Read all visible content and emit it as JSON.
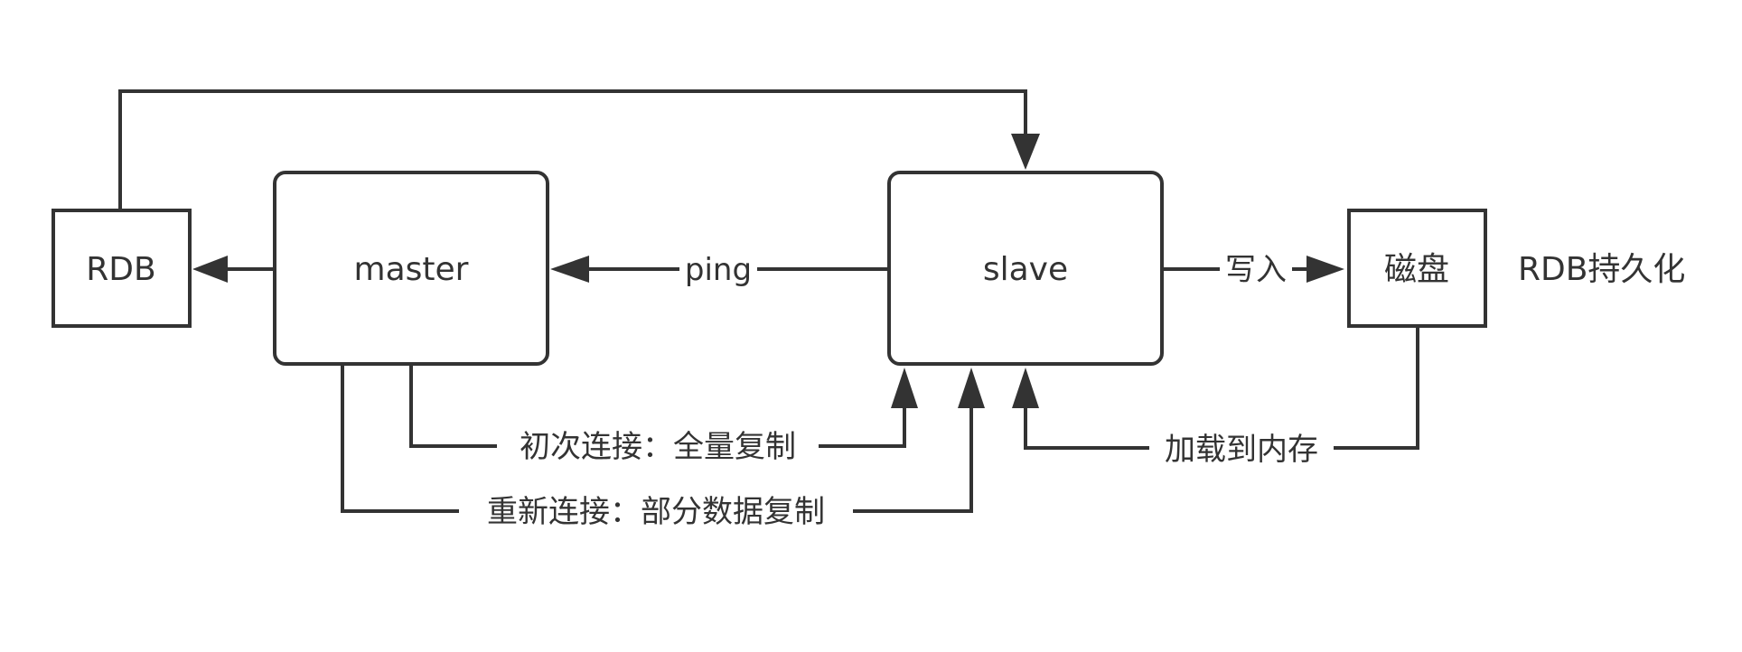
{
  "colors": {
    "stroke": "#333333",
    "background": "#ffffff"
  },
  "nodes": {
    "rdb": "RDB",
    "master": "master",
    "slave": "slave",
    "disk": "磁盘"
  },
  "edges": {
    "ping": "ping",
    "write": "写入",
    "load_to_memory": "加载到内存",
    "initial_connect": "初次连接：全量复制",
    "reconnect": "重新连接：部分数据复制"
  },
  "annotations": {
    "rdb_persistence": "RDB持久化"
  }
}
